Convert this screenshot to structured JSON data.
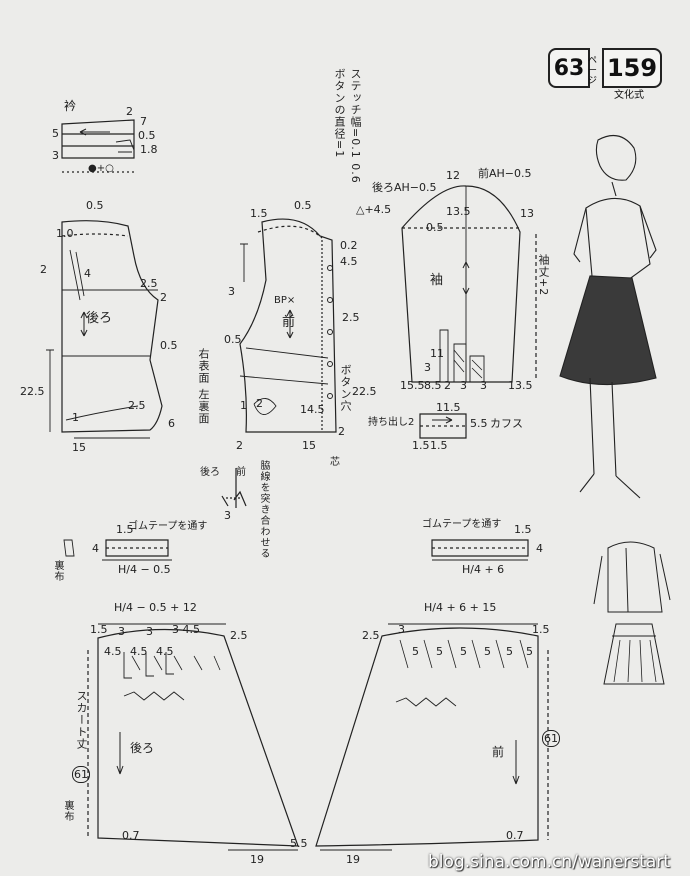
{
  "badge": {
    "page_number": "63",
    "page_unit": "ページ",
    "pattern_number": "159",
    "brand": "文化式"
  },
  "labels": {
    "collar": "衿",
    "back": "後ろ",
    "front": "前",
    "sleeve": "袖",
    "cuffs": "カフス",
    "button_diameter": "ボタンの直径=1",
    "stitch_width": "ステッチ幅=0.1 0.6",
    "back_armhole": "後ろAH−0.5",
    "front_armhole": "前AH−0.5",
    "sleeve_length": "袖丈+2",
    "overlap": "持ち出し2",
    "buttonhole": "ボタン穴",
    "bp": "BP×",
    "face_right_left": "右表面 左裏面",
    "side_seam_note": "脇線を突き合わせる",
    "elastic_back": "ゴムテープを通す",
    "elastic_front": "ゴムテープを通す",
    "lining": "裏布",
    "lining_bottom": "裏布",
    "skirt_length": "スカート丈",
    "circled_61_left": "61",
    "circled_61_right": "61",
    "core": "芯",
    "back_small": "後ろ",
    "front_small": "前"
  },
  "measurements": {
    "n_2": "2",
    "n_7": "7",
    "n_5": "5",
    "n_3": "3",
    "n_05": "0.5",
    "n_18": "1.8",
    "collar_bottom": "●+○",
    "b_05": "0.5",
    "b_10": "1.0",
    "b_4": "4",
    "b_2": "2",
    "b_25": "2.5",
    "b_2b": "2",
    "b_05b": "0.5",
    "b_225": "22.5",
    "b_25b": "2.5",
    "b_6": "6",
    "b_15": "15",
    "b_1": "1",
    "f_15": "1.5",
    "f_05": "0.5",
    "f_02": "0.2",
    "f_45": "4.5",
    "f_3": "3",
    "f_25": "2.5",
    "f_05b": "0.5",
    "f_225": "22.5",
    "f_145": "14.5",
    "f_2": "2",
    "f_15b": "15",
    "f_2b": "2",
    "f_2c": "2",
    "f_1": "1",
    "s_12": "12",
    "s_45": "△+4.5",
    "s_135": "13.5",
    "s_05": "0.5",
    "s_13": "13",
    "s_155": "15.5",
    "s_85": "8.5",
    "s_2": "2",
    "s_3": "3",
    "s_3b": "3",
    "s_135b": "13.5",
    "s_3c": "3",
    "s_11": "11",
    "c_115": "11.5",
    "c_55": "5.5",
    "c_15a": "1.5",
    "c_15b": "1.5",
    "w_15a": "1.5",
    "w_4a": "4",
    "w_h4a": "H/4 − 0.5",
    "w_15b": "1.5",
    "w_4b": "4",
    "w_h4b": "H/4 + 6",
    "sk_top_b": "H/4 − 0.5 + 12",
    "sk_15": "1.5",
    "sk_3a": "3",
    "sk_3b": "3",
    "sk_345": "3 4.5",
    "sk_25": "2.5",
    "sk_45a": "4.5",
    "sk_45b": "4.5",
    "sk_45c": "4.5",
    "sk_07": "0.7",
    "sk_19": "19",
    "sk_55": "5.5",
    "skf_top": "H/4 + 6 + 15",
    "skf_25": "2.5",
    "skf_3": "3",
    "skf_15": "1.5",
    "skf_5a": "5",
    "skf_5b": "5",
    "skf_5c": "5",
    "skf_5d": "5",
    "skf_5e": "5",
    "skf_5f": "5",
    "skf_19": "19",
    "skf_07": "0.7",
    "sm_3": "3"
  },
  "watermark": "blog.sina.com.cn/wanerstart",
  "colors": {
    "ink": "#222222",
    "paper": "#ececea"
  }
}
